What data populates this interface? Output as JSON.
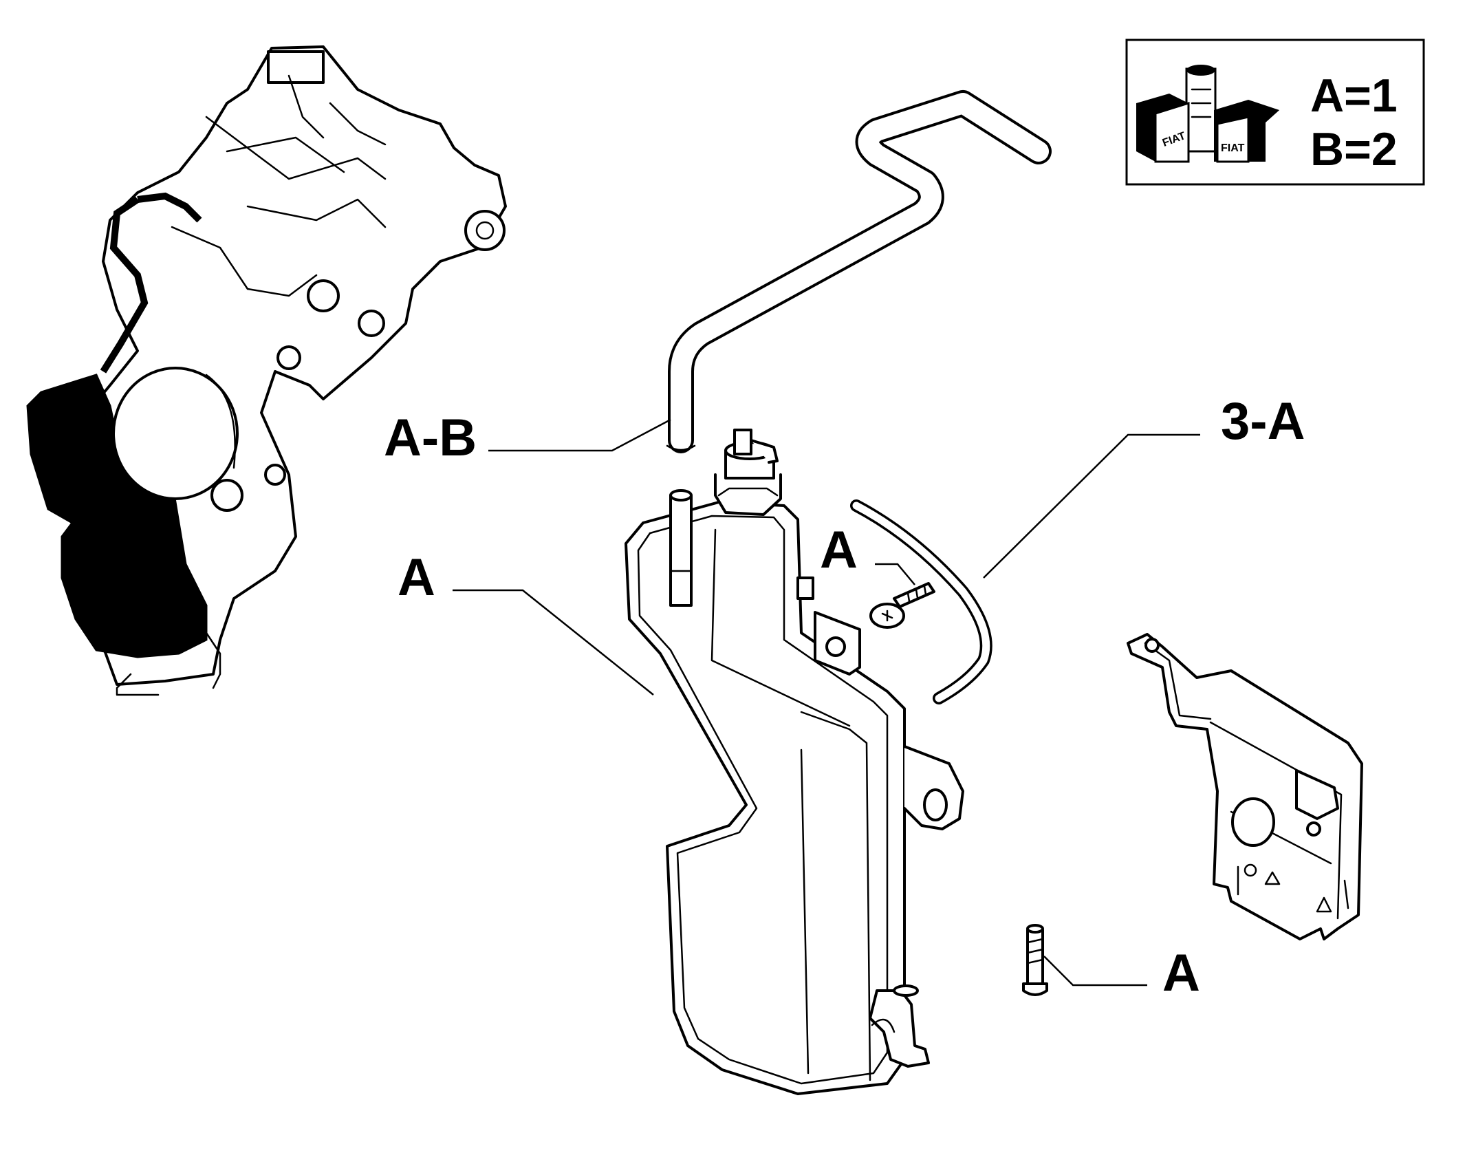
{
  "legend": {
    "line_a": "A=1",
    "line_b": "B=2",
    "icon": "fiat-parts-boxes-icon"
  },
  "callouts": {
    "hose_upper": "A-B",
    "small_hose": "3-A",
    "tank": "A",
    "screw_upper": "A",
    "screw_lower": "A"
  },
  "colors": {
    "line": "#000000",
    "background": "#ffffff"
  }
}
